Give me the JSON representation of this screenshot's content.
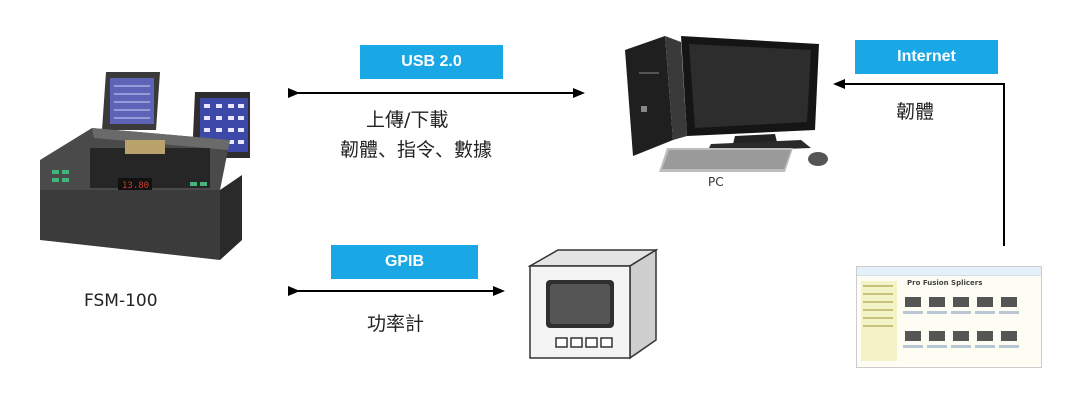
{
  "colors": {
    "badge": "#1aa7e6",
    "arrow": "#000000"
  },
  "links": {
    "usb": {
      "badge": "USB 2.0",
      "line1": "上傳/下載",
      "line2": "韌體、指令、數據"
    },
    "gpib": {
      "badge": "GPIB",
      "caption": "功率計"
    },
    "internet": {
      "badge": "Internet",
      "caption": "韌體"
    }
  },
  "devices": {
    "splicer": {
      "label": "FSM-100",
      "lcd": "13.80"
    },
    "pc": {
      "label": "PC"
    },
    "website": {
      "heading": "Pro Fusion Splicers"
    }
  }
}
